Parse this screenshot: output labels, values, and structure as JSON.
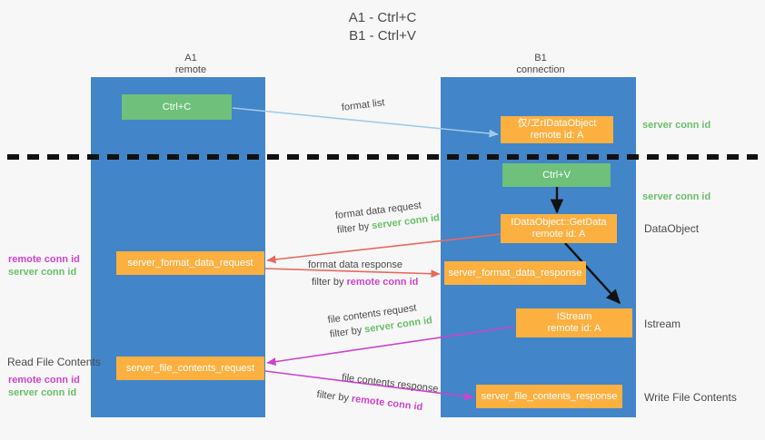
{
  "title": {
    "line1": "A1 - Ctrl+C",
    "line2": "B1 - Ctrl+V"
  },
  "lanes": [
    {
      "name": "A1",
      "sub": "remote"
    },
    {
      "name": "B1",
      "sub": "connection"
    }
  ],
  "boxes": {
    "ctrl_c": "Ctrl+C",
    "ctrl_v": "Ctrl+V",
    "idataobject_title": "仅/ヱrIDataObject",
    "idataobject_sub": "remote id: A",
    "getdata_title": "IDataObject::GetData",
    "getdata_sub": "remote id: A",
    "istream_title": "IStream",
    "istream_sub": "remote id: A",
    "server_format_data_request": "server_format_data_request",
    "server_format_data_response": "server_format_data_response",
    "server_file_contents_request": "server_file_contents_request",
    "server_file_contents_response": "server_file_contents_response"
  },
  "edge_labels": {
    "format_list": "format list",
    "format_data_request": "format data request",
    "format_data_response": "format data response",
    "file_contents_request": "file contents request",
    "file_contents_response": "file contents response",
    "filter_by": "filter by ",
    "server_conn_id": "server conn id",
    "remote_conn_id": "remote conn id"
  },
  "right_labels": {
    "server_conn_id_top": "server conn id",
    "server_conn_id_mid": "server conn id",
    "dataobject": "DataObject",
    "istream": "Istream",
    "write_file_contents": "Write File Contents"
  },
  "left_labels": {
    "remote_conn_id_1": "remote conn id",
    "server_conn_id_1": "server conn id",
    "read_file_contents": "Read File Contents",
    "remote_conn_id_2": "remote conn id",
    "server_conn_id_2": "server conn id"
  },
  "colors": {
    "lane": "#4285c8",
    "orange": "#fbb040",
    "green_box": "#6ec07a",
    "green_text": "#6abf69",
    "magenta_text": "#cc44cc",
    "arrow_blue": "#9ecbe8",
    "arrow_red": "#e8685d",
    "arrow_magenta": "#cc44cc",
    "arrow_black": "#111111",
    "background": "#f7f7f7"
  }
}
